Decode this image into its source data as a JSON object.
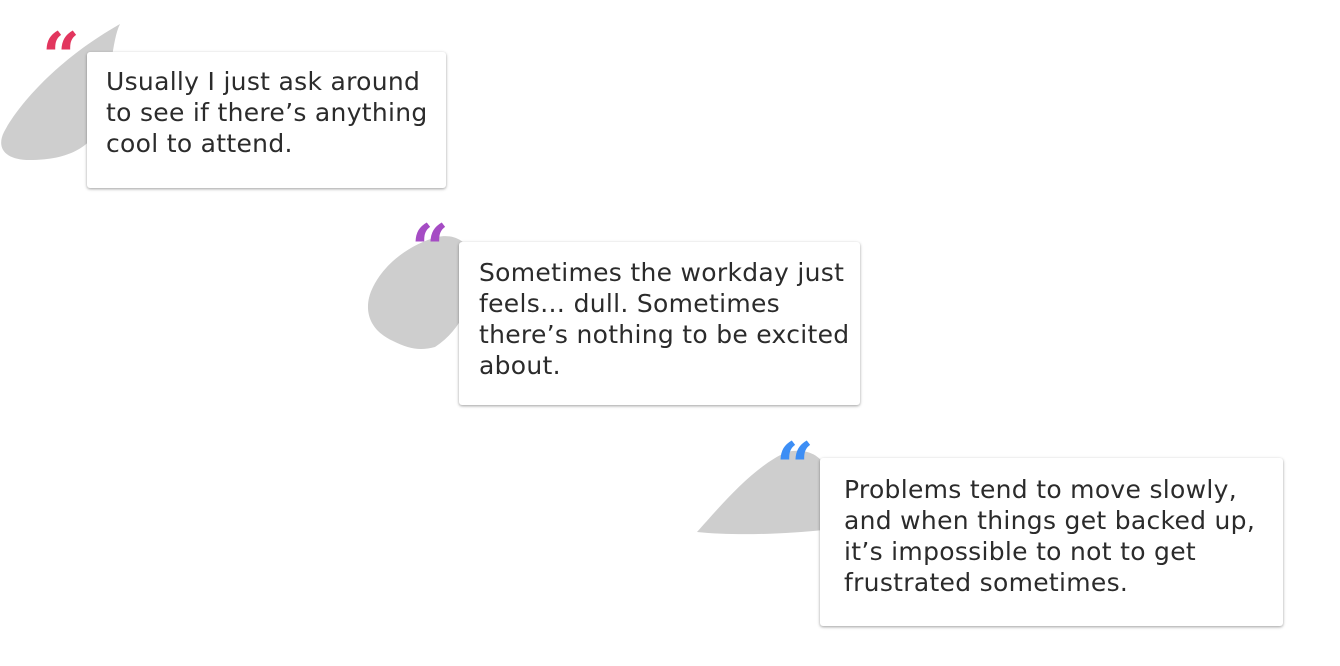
{
  "quotes": [
    {
      "mark": "“",
      "mark_color": "#e2365e",
      "text": "Usually I just ask around to see if there’s anything cool to attend."
    },
    {
      "mark": "“",
      "mark_color": "#a54cc4",
      "text": "Sometimes the workday just feels… dull. Sometimes there’s nothing to be excited about."
    },
    {
      "mark": "“",
      "mark_color": "#3d8ef5",
      "text": "Problems tend to move slowly, and when things get backed up, it’s impossible to not to get frustrated sometimes."
    }
  ],
  "blob_color": "#cecece"
}
